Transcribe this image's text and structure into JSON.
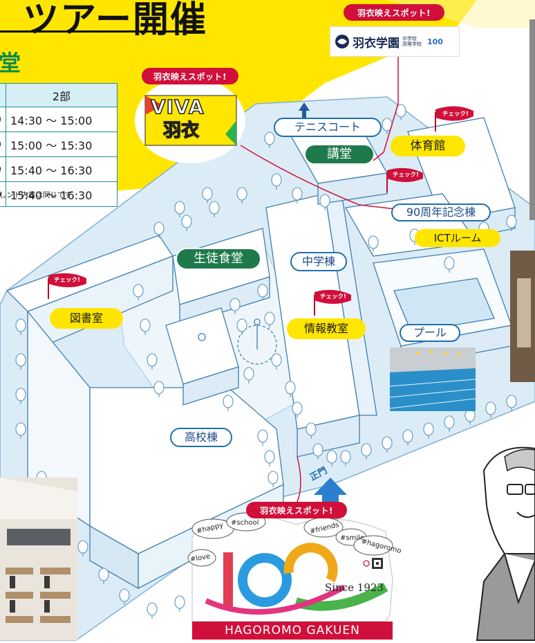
{
  "header": {
    "title": "ツアー開催",
    "venue": "講堂"
  },
  "schedule": {
    "part2_header": "2部",
    "rows": [
      {
        "left": "0",
        "time": "14:30 〜 15:00"
      },
      {
        "left": "0",
        "time": "15:00 〜 15:30"
      },
      {
        "left": "0",
        "time": "15:40 〜 16:30"
      },
      {
        "left": "0",
        "time": "15:40 〜 16:30"
      }
    ],
    "note": "ント内容は同じです。)"
  },
  "spot_tags": {
    "logo_spot": "羽衣映えスポット!",
    "viva_spot": "羽衣映えスポット!",
    "gate_spot": "羽衣映えスポット!"
  },
  "logo_card": {
    "school_name": "羽衣学園",
    "sub1": "中学校",
    "sub2": "高等学校",
    "mini": "100"
  },
  "viva": {
    "text1": "VIVA",
    "text2": "羽衣"
  },
  "buildings": {
    "tennis": "テニスコート",
    "auditorium": "講堂",
    "gym": "体育館",
    "memorial": "90周年記念棟",
    "ict": "ICTルーム",
    "cafeteria": "生徒食堂",
    "junior_high": "中学棟",
    "library": "図書室",
    "info_room": "情報教室",
    "pool": "プール",
    "high_school": "高校棟",
    "main_gate": "正門"
  },
  "check_flag": "チェック!",
  "sticker": {
    "tags": [
      "#happy",
      "#school",
      "#love",
      "#friends",
      "#smile",
      "#hagoromo"
    ],
    "since": "Since 1923",
    "name": "HAGOROMO GAKUEN"
  },
  "colors": {
    "yellow": "#ffe600",
    "green": "#1e7a4a",
    "red": "#d0103a",
    "blue": "#1f6fb0",
    "map_bg": "#dbeef8"
  }
}
